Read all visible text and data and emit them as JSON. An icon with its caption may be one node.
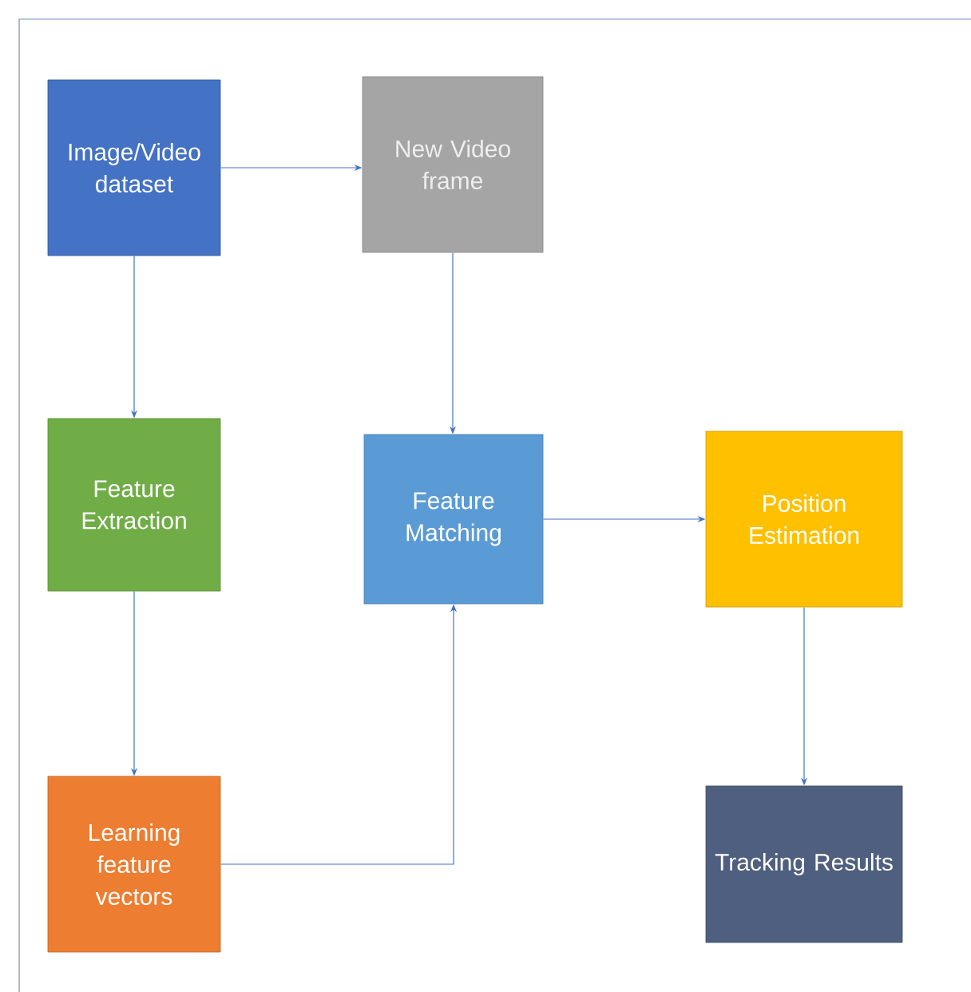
{
  "diagram": {
    "nodes": [
      {
        "text": [
          "Image/Video dataset"
        ]
      },
      {
        "text": [
          "New Video frame"
        ]
      },
      {
        "text": [
          "Feature Extraction"
        ]
      },
      {
        "text": [
          "Feature Matching"
        ]
      },
      {
        "text": [
          "Position Estimation"
        ]
      },
      {
        "text": [
          "Learning feature vectors"
        ]
      },
      {
        "text": [
          "Tracking Results"
        ]
      }
    ],
    "edges": [
      {
        "from": 0,
        "to": 1,
        "arrow": "to"
      },
      {
        "from": 0,
        "to": 2,
        "arrow": "to"
      },
      {
        "from": 1,
        "to": 3,
        "arrow": "to"
      },
      {
        "from": 2,
        "to": 5,
        "arrow": "to"
      },
      {
        "from": 5,
        "to": 3,
        "arrow": "to"
      },
      {
        "from": 3,
        "to": 4,
        "arrow": "to"
      },
      {
        "from": 4,
        "to": 6,
        "arrow": "to"
      }
    ]
  }
}
